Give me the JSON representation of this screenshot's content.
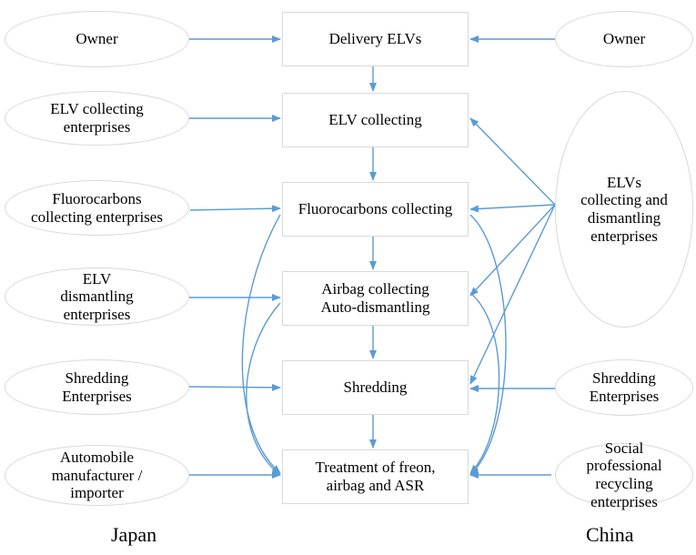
{
  "japan": {
    "label": "Japan",
    "owner": "Owner",
    "elv_collecting": "ELV collecting\nenterprises",
    "fluorocarbons": "Fluorocarbons\ncollecting enterprises",
    "elv_dismantling": "ELV\ndismantling\nenterprises",
    "shredding": "Shredding\nEnterprises",
    "manufacturer": "Automobile\nmanufacturer /\nimporter"
  },
  "process": {
    "delivery": "Delivery ELVs",
    "collecting": "ELV collecting",
    "fluorocarbons": "Fluorocarbons collecting",
    "airbag": "Airbag collecting\nAuto-dismantling",
    "shredding": "Shredding",
    "treatment": "Treatment of freon,\nairbag and ASR"
  },
  "china": {
    "label": "China",
    "owner": "Owner",
    "collecting_dismantling": "ELVs\ncollecting and\ndismantling\nenterprises",
    "shredding": "Shredding\nEnterprises",
    "recycling": "Social\nprofessional\nrecycling\nenterprises"
  },
  "colors": {
    "arrow": "#5b9bd5",
    "border": "#d9d9d9"
  }
}
